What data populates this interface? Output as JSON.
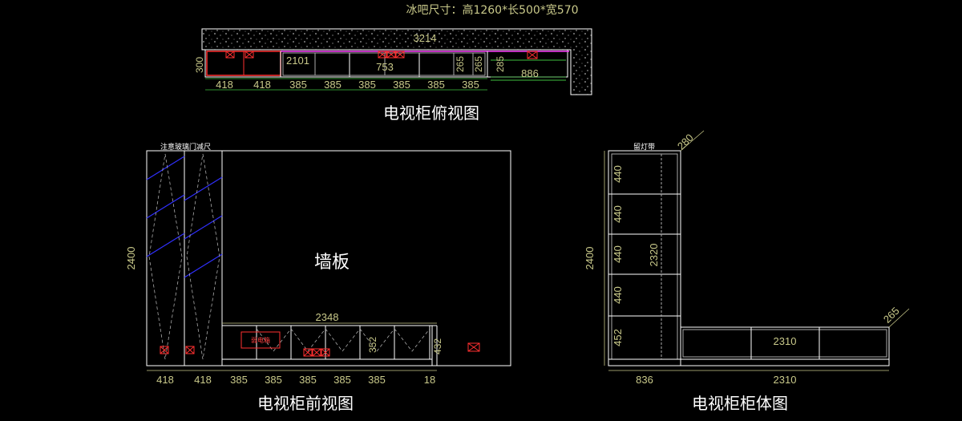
{
  "header": {
    "bar_size": "冰吧尺寸：高1260*长500*宽570"
  },
  "top_view": {
    "title": "电视柜俯视图",
    "dims": {
      "total": "3214",
      "depth": "300",
      "d2101": "2101",
      "d753": "753",
      "d265a": "265",
      "d265b": "265",
      "d285": "285",
      "d886": "886",
      "bottom": [
        "418",
        "418",
        "385",
        "385",
        "385",
        "385",
        "385",
        "385"
      ]
    }
  },
  "front_view": {
    "title": "电视柜前视图",
    "note": "注意玻璃门减尺",
    "wall_label": "墙板",
    "box_label": "弱电箱",
    "dims": {
      "height": "2400",
      "cabinet": "2348",
      "d352": "352",
      "d432": "432",
      "bottom": [
        "418",
        "418",
        "385",
        "385",
        "385",
        "385",
        "385",
        "18"
      ]
    }
  },
  "body_view": {
    "title": "电视柜柜体图",
    "note": "留灯带",
    "dims": {
      "height": "2400",
      "inner": "2320",
      "d280": "280",
      "d265": "265",
      "d2310_inner": "2310",
      "d836": "836",
      "d2310": "2310",
      "shelves": [
        "440",
        "440",
        "440",
        "440",
        "452"
      ]
    }
  },
  "colors": {
    "line": "#ffffff",
    "dim": "#c9c98a",
    "red": "#ff3030",
    "blue": "#3030ff",
    "magenta": "#ff40ff",
    "green": "#40c040"
  }
}
